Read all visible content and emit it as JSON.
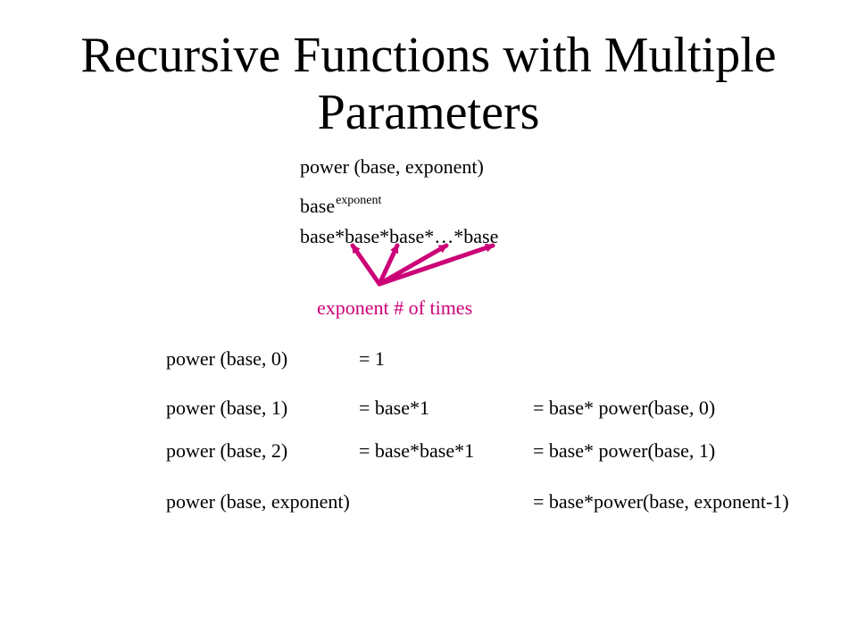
{
  "slide": {
    "title_line1": "Recursive Functions with Multiple",
    "title_line2": "Parameters"
  },
  "intro": {
    "signature": "power (base, exponent)",
    "power_base": "base",
    "power_exp": "exponent",
    "expanded": "base*base*base*…*base",
    "arrow_label": "exponent # of times"
  },
  "cases": [
    {
      "call": "power (base, 0)",
      "expansion": "= 1",
      "recursive": ""
    },
    {
      "call": "power (base, 1)",
      "expansion": "= base*1",
      "recursive": "= base* power(base, 0)"
    },
    {
      "call": "power (base, 2)",
      "expansion": "= base*base*1",
      "recursive": "= base* power(base, 1)"
    }
  ],
  "general": {
    "call": "power (base, exponent)",
    "recursive": "= base*power(base, exponent-1)"
  },
  "colors": {
    "text": "#000000",
    "accent": "#cc0077",
    "background": "#ffffff"
  }
}
